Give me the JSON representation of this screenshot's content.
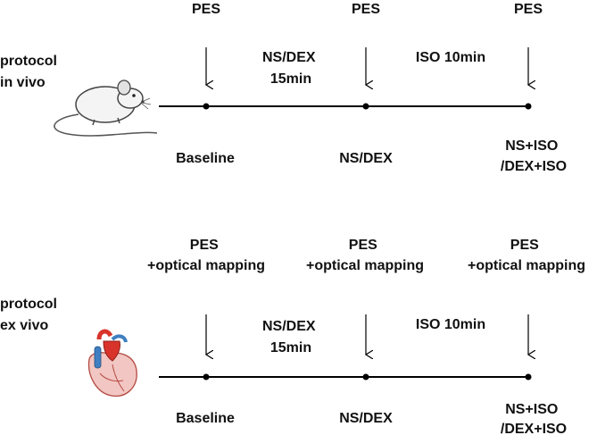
{
  "in_vivo": {
    "side_label": [
      "protocol",
      "in vivo"
    ],
    "top_labels": [
      [
        "PES"
      ],
      [
        "PES"
      ],
      [
        "PES"
      ]
    ],
    "interval_labels": [
      [
        "NS/DEX",
        "15min"
      ],
      [
        "ISO 10min"
      ]
    ],
    "bottom_labels": [
      [
        "Baseline"
      ],
      [
        "NS/DEX"
      ],
      [
        "NS+ISO",
        "/DEX+ISO"
      ]
    ],
    "icon": "mouse-icon"
  },
  "ex_vivo": {
    "side_label": [
      "protocol",
      "ex vivo"
    ],
    "top_labels": [
      [
        "PES",
        "+optical mapping"
      ],
      [
        "PES",
        "+optical mapping"
      ],
      [
        "PES",
        "+optical mapping"
      ]
    ],
    "interval_labels": [
      [
        "NS/DEX",
        "15min"
      ],
      [
        "ISO 10min"
      ]
    ],
    "bottom_labels": [
      [
        "Baseline"
      ],
      [
        "NS/DEX"
      ],
      [
        "NS+ISO",
        "/DEX+ISO"
      ]
    ],
    "icon": "heart-icon"
  },
  "colors": {
    "line": "#000000",
    "text": "#111111",
    "heart_red": "#d9342b",
    "heart_pink": "#f2c6c2",
    "heart_blue": "#3f7fc1"
  }
}
